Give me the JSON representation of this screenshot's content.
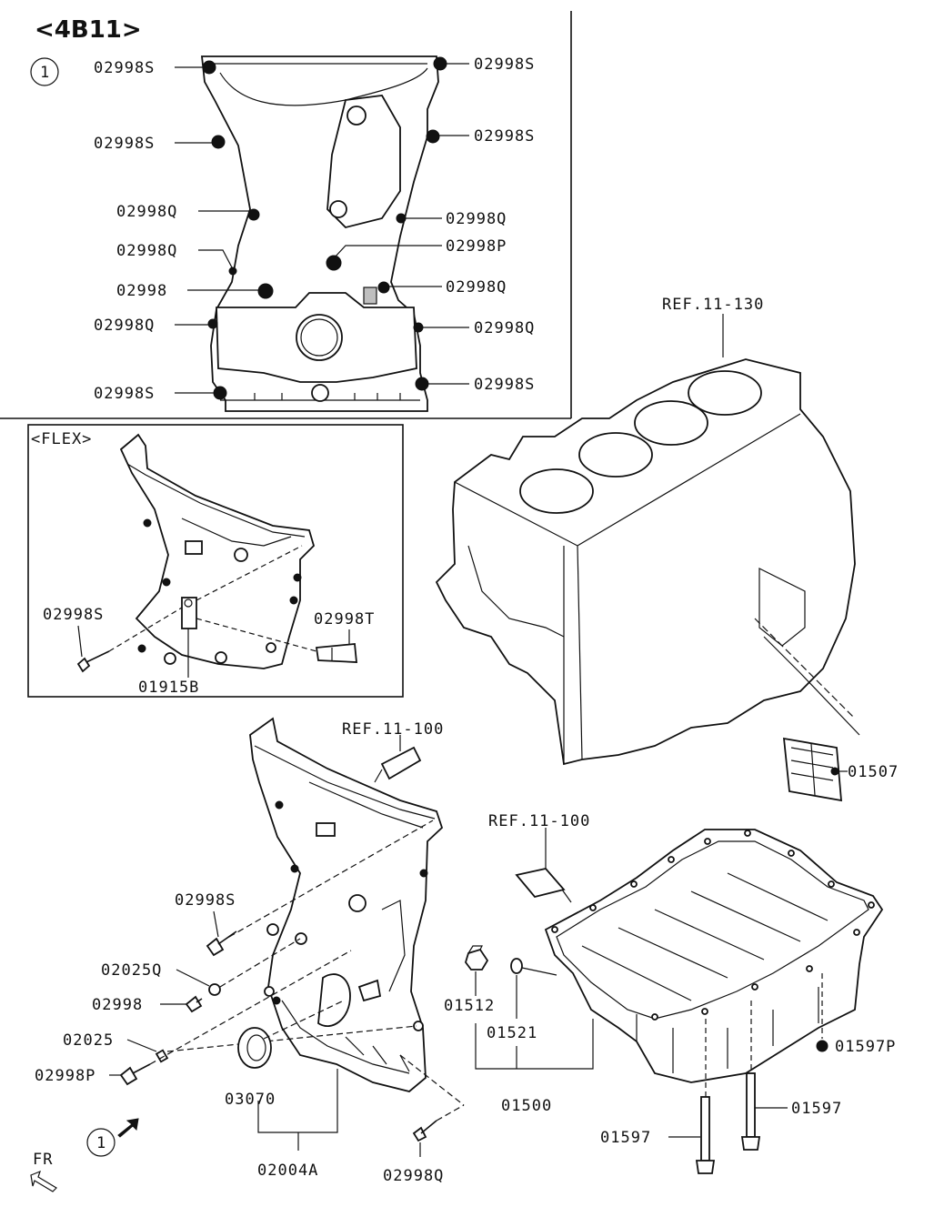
{
  "title": "<4B11>",
  "callout_number": "1",
  "flex_label": "<FLEX>",
  "fr_label": "FR",
  "labels": {
    "s_top_left": "02998S",
    "s_top_right": "02998S",
    "s_left_2": "02998S",
    "s_right_2": "02998S",
    "q_left_1": "02998Q",
    "q_right_1": "02998Q",
    "q_left_2": "02998Q",
    "p_right": "02998P",
    "plain_left": "02998",
    "q_right_2": "02998Q",
    "q_left_3": "02998Q",
    "q_right_3": "02998Q",
    "s_left_bottom": "02998S",
    "s_right_bottom": "02998S",
    "flex_s": "02998S",
    "flex_t": "02998T",
    "flex_b": "01915B",
    "ref_block": "REF.11-130",
    "ref_sealant_1": "REF.11-100",
    "ref_sealant_2": "REF.11-100",
    "strainer": "01507",
    "bolt_s": "02998S",
    "washer_q": "02025Q",
    "bolt_plain": "02998",
    "dowel": "02025",
    "bolt_p": "02998P",
    "seal": "03070",
    "cover_assy": "02004A",
    "bolt_q_bottom": "02998Q",
    "drain_plug": "01512",
    "gasket": "01521",
    "oil_pan": "01500",
    "pan_bolt_p": "01597P",
    "pan_bolt_1": "01597",
    "pan_bolt_2": "01597"
  }
}
